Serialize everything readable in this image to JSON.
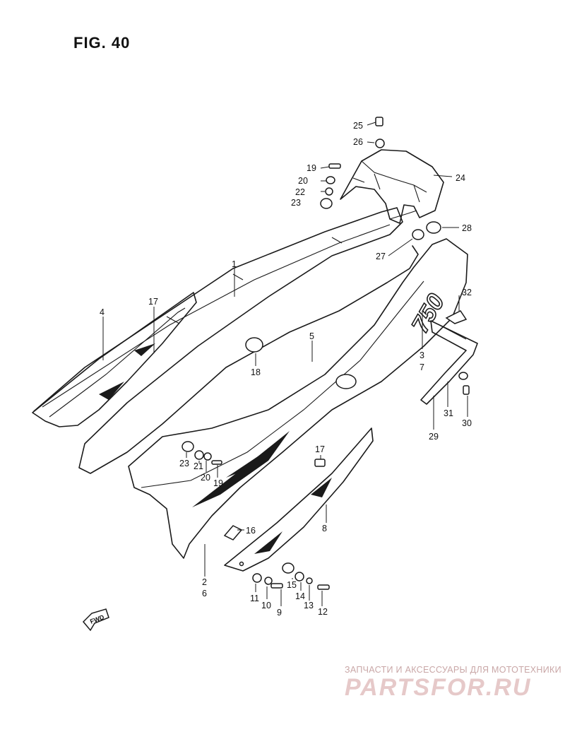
{
  "figure": {
    "title": "FIG. 40"
  },
  "direction_label": "FWD",
  "model_logo": "750",
  "callouts": [
    "25",
    "26",
    "24",
    "19",
    "20",
    "22",
    "23",
    "28",
    "27",
    "1",
    "32",
    "4",
    "17",
    "3",
    "7",
    "5",
    "18",
    "31",
    "30",
    "29",
    "23",
    "21",
    "20",
    "19",
    "17",
    "16",
    "8",
    "2",
    "6",
    "15",
    "14",
    "13",
    "12",
    "11",
    "10",
    "9"
  ],
  "watermark": {
    "tagline": "ЗАПЧАСТИ И АКСЕССУАРЫ ДЛЯ МОТОТЕХНИКИ",
    "logo": "PARTSFOR.RU"
  }
}
